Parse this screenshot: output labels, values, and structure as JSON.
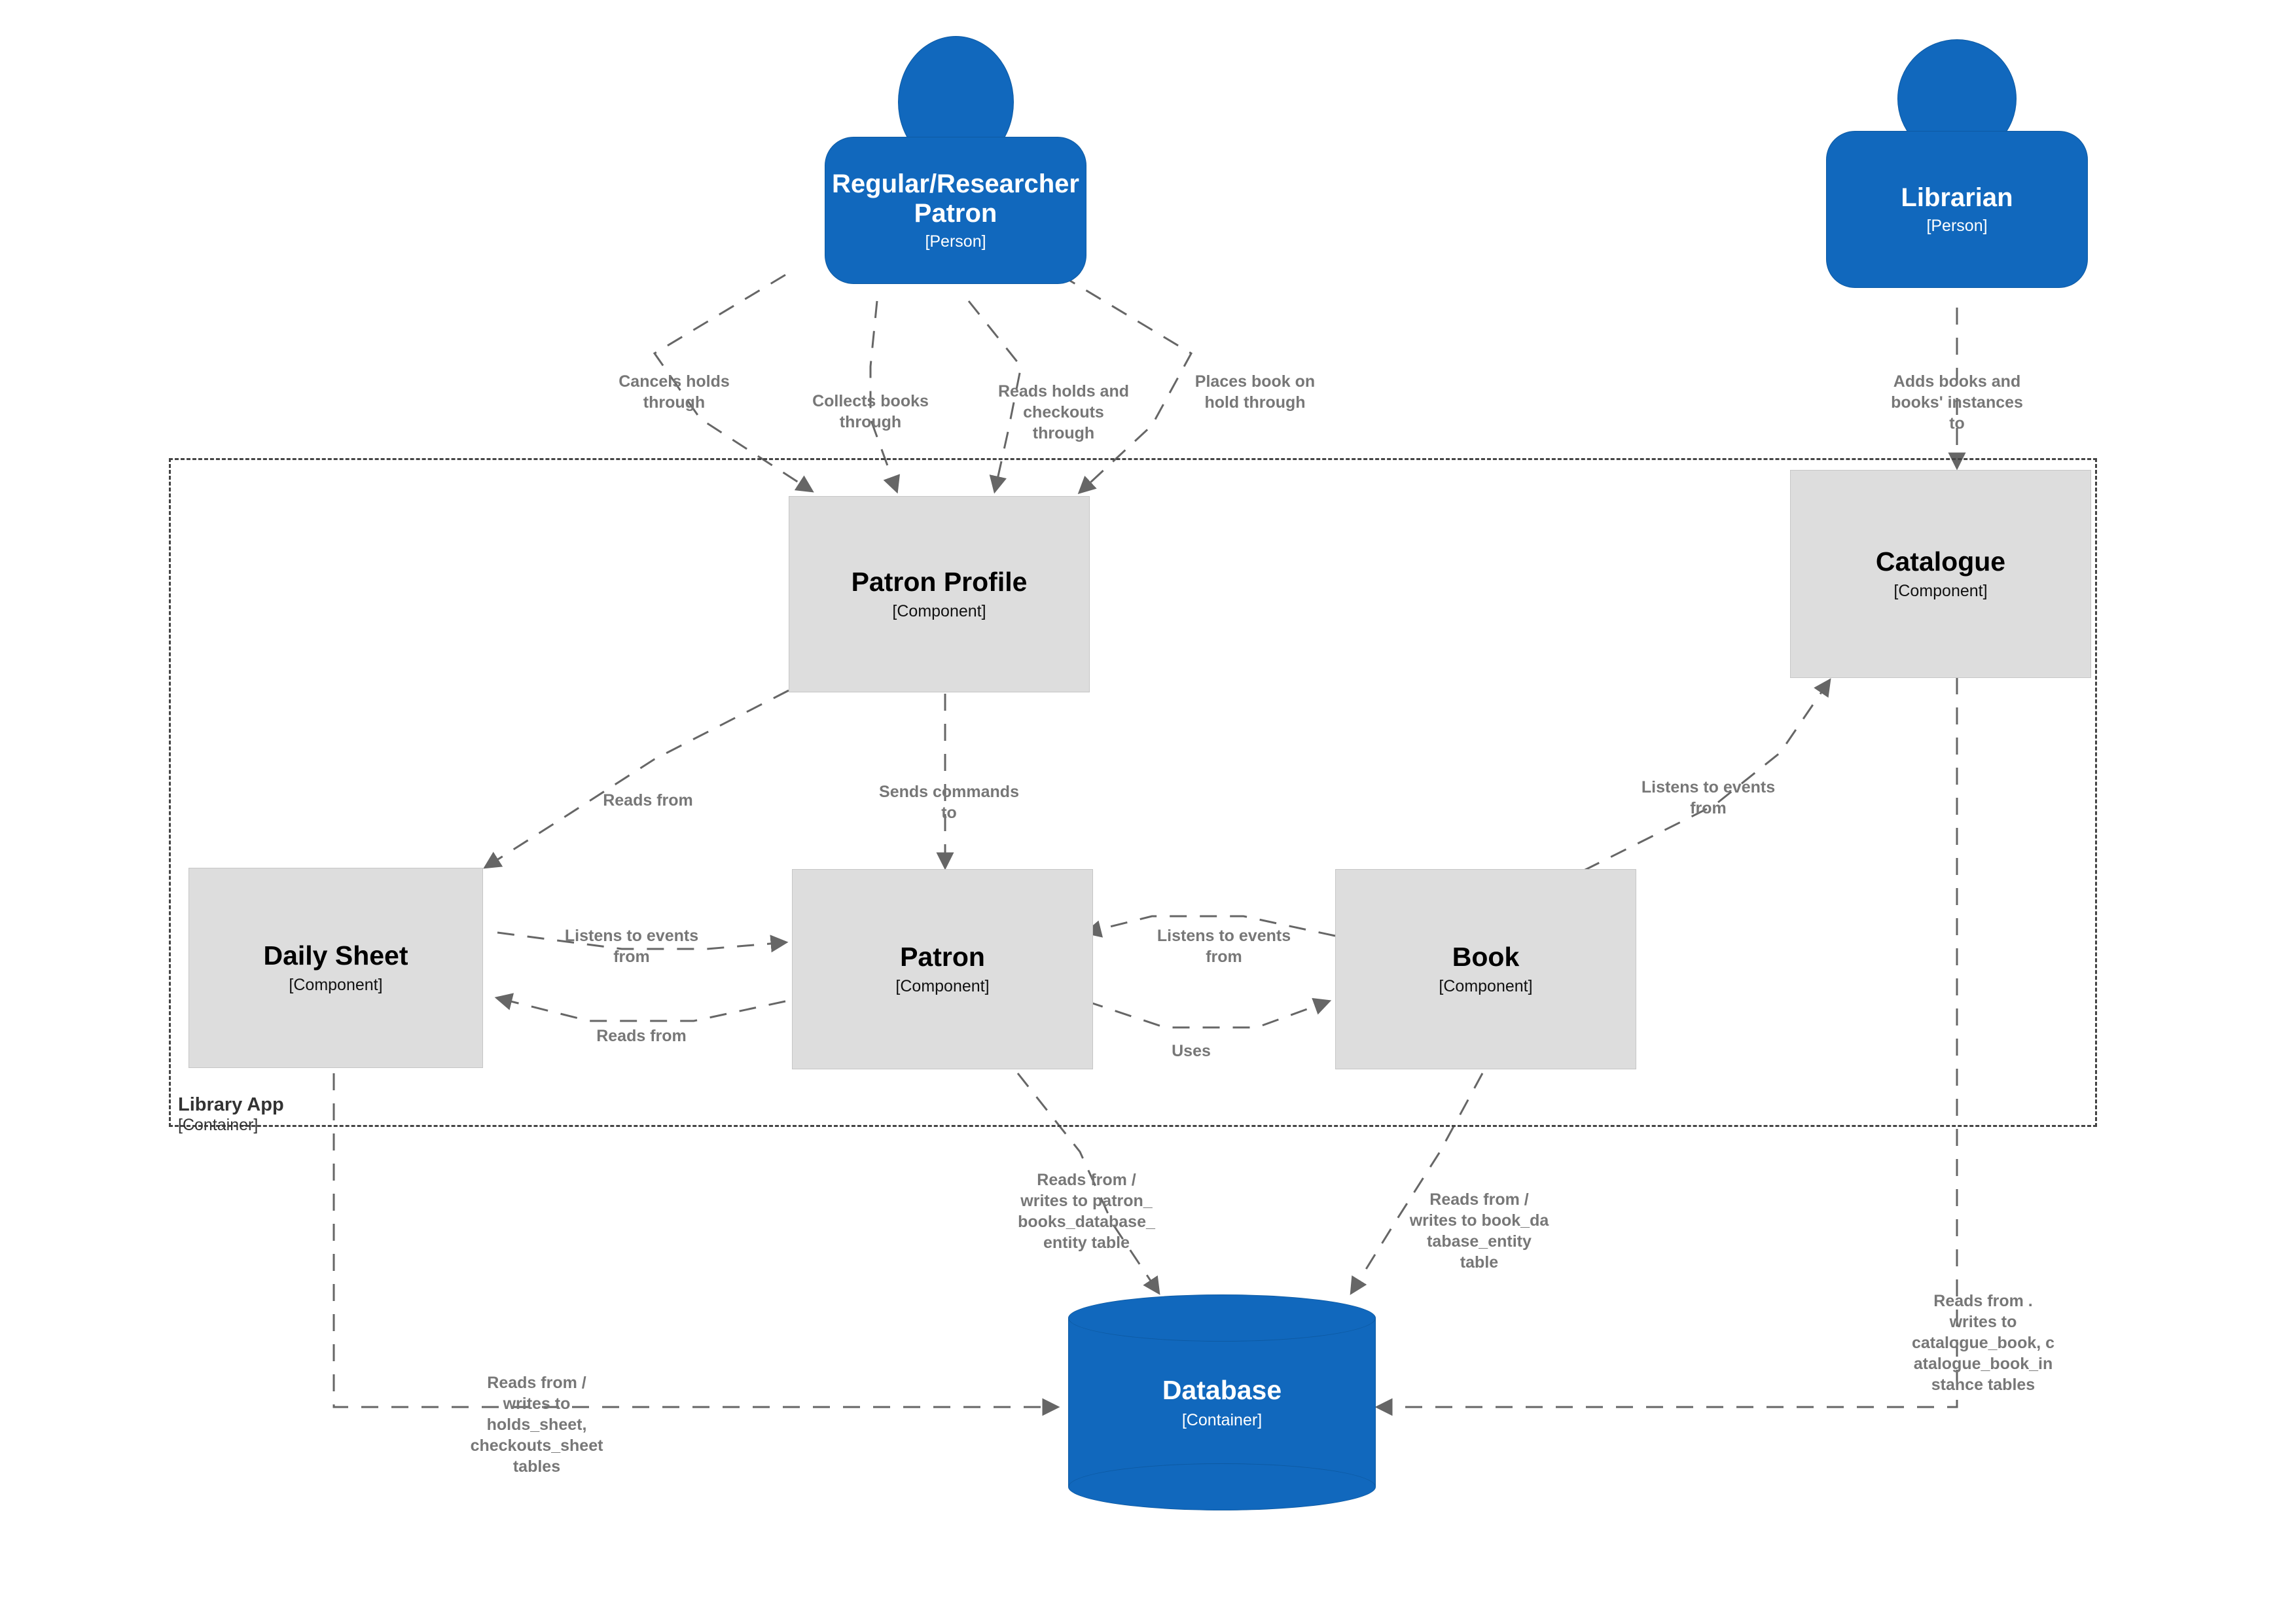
{
  "diagram": {
    "kind": "c4-component-diagram",
    "accent_blue": "#1168bd",
    "component_grey": "#dddddd",
    "edge_grey": "#777777",
    "boundary_grey": "#444444"
  },
  "people": [
    {
      "id": "regular-researcher-patron",
      "name": "Regular/Researcher Patron",
      "type": "[Person]"
    },
    {
      "id": "librarian",
      "name": "Librarian",
      "type": "[Person]"
    }
  ],
  "boundary": {
    "name": "Library App",
    "type": "[Container]"
  },
  "components": [
    {
      "id": "patron-profile",
      "name": "Patron Profile",
      "type": "[Component]"
    },
    {
      "id": "catalogue",
      "name": "Catalogue",
      "type": "[Component]"
    },
    {
      "id": "daily-sheet",
      "name": "Daily Sheet",
      "type": "[Component]"
    },
    {
      "id": "patron",
      "name": "Patron",
      "type": "[Component]"
    },
    {
      "id": "book",
      "name": "Book",
      "type": "[Component]"
    }
  ],
  "containers": [
    {
      "id": "database",
      "name": "Database",
      "type": "[Container]"
    }
  ],
  "edge_labels": [
    {
      "id": "cancels-holds",
      "text": "Cancels holds\nthrough"
    },
    {
      "id": "collects-books",
      "text": "Collects books\nthrough"
    },
    {
      "id": "reads-holds-checkouts",
      "text": "Reads holds and\ncheckouts\nthrough"
    },
    {
      "id": "places-book-on-hold",
      "text": "Places book on\nhold through"
    },
    {
      "id": "adds-books",
      "text": "Adds books and\nbooks' instances\nto"
    },
    {
      "id": "profile-reads-from",
      "text": "Reads from"
    },
    {
      "id": "sends-commands-to",
      "text": "Sends commands\nto"
    },
    {
      "id": "catalogue-listens",
      "text": "Listens to events\nfrom"
    },
    {
      "id": "sheet-listens",
      "text": "Listens to events\nfrom"
    },
    {
      "id": "sheet-reads-from",
      "text": "Reads from"
    },
    {
      "id": "patron-listens",
      "text": "Listens to events\nfrom"
    },
    {
      "id": "patron-uses-book",
      "text": "Uses"
    },
    {
      "id": "patron-db",
      "text": "Reads from /\nwrites to patron_\nbooks_database_\nentity table"
    },
    {
      "id": "book-db",
      "text": "Reads from /\nwrites to book_da\ntabase_entity\ntable"
    },
    {
      "id": "sheet-db",
      "text": "Reads from /\nwrites to\nholds_sheet,\ncheckouts_sheet\ntables"
    },
    {
      "id": "catalogue-db",
      "text": "Reads from .\nwrites to\ncatalogue_book, c\natalogue_book_in\nstance tables"
    }
  ]
}
